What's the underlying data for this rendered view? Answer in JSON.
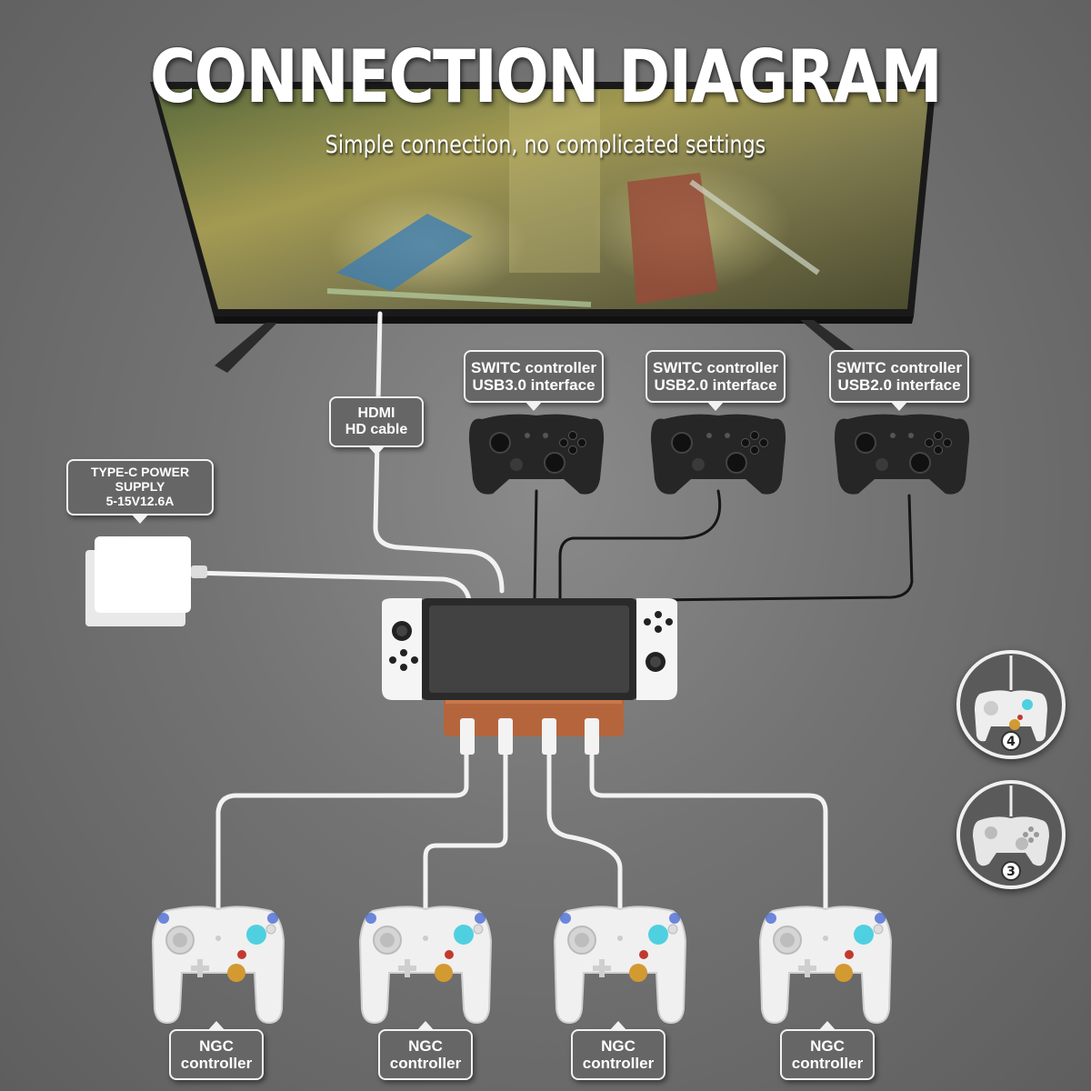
{
  "title": "CONNECTION DIAGRAM",
  "subtitle": "Simple connection, no complicated settings",
  "callouts": {
    "power": [
      "TYPE-C POWER",
      "SUPPLY",
      "5-15V12.6A"
    ],
    "hdmi": [
      "HDMI",
      "HD cable"
    ],
    "switch_controllers": [
      [
        "SWITC controller",
        "USB3.0 interface"
      ],
      [
        "SWITC controller",
        "USB2.0 interface"
      ],
      [
        "SWITC controller",
        "USB2.0 interface"
      ]
    ],
    "ngc_controllers": [
      [
        "NGC",
        "controller"
      ],
      [
        "NGC",
        "controller"
      ],
      [
        "NGC",
        "controller"
      ],
      [
        "NGC",
        "controller"
      ]
    ]
  },
  "mode_icons": [
    {
      "number": "4"
    },
    {
      "number": "3"
    }
  ],
  "colors": {
    "background": "#737373",
    "callout_bg": "#666666",
    "cable": "#f2f2f2",
    "gc_button_green": "#4fd0e0",
    "gc_button_yellow": "#d39a32",
    "joycon_white": "#f5f5f5",
    "hub_brown": "#b5653c"
  }
}
